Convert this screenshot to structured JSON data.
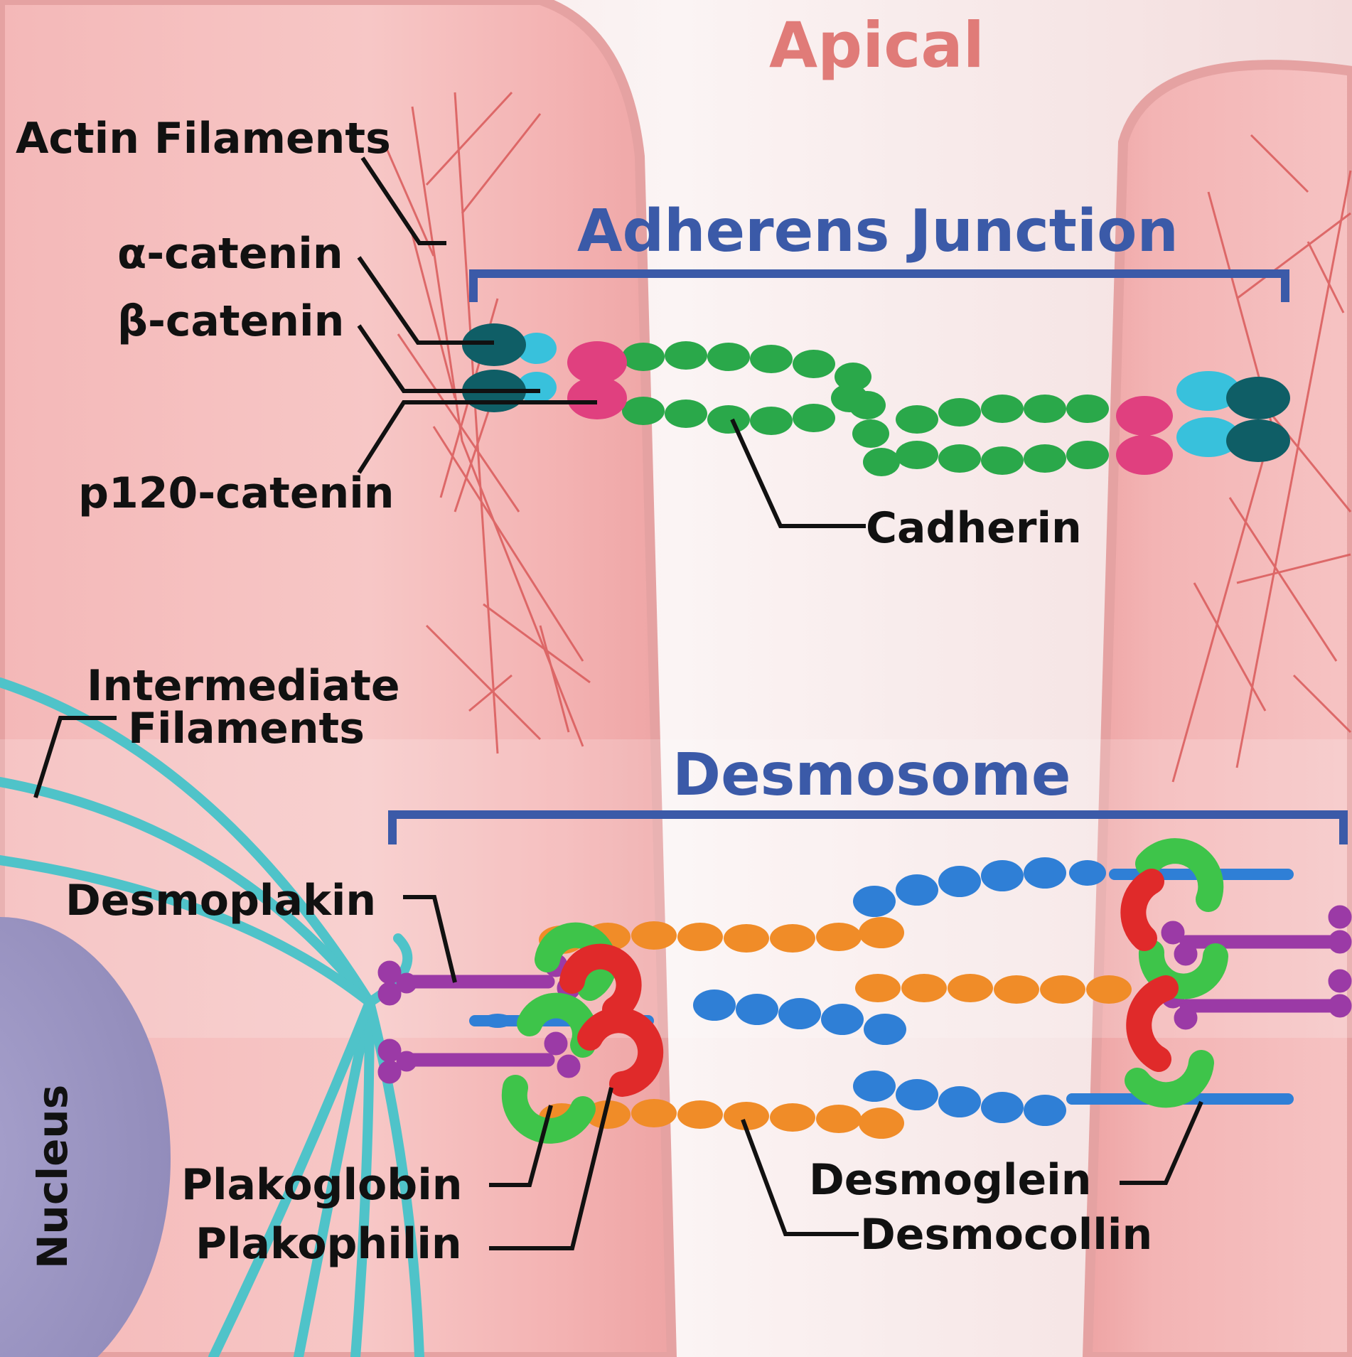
{
  "labels": {
    "apical": "Apical",
    "adherens_junction": "Adherens Junction",
    "desmosome": "Desmosome",
    "actin_filaments": "Actin Filaments",
    "alpha_catenin": "α-catenin",
    "beta_catenin": "β-catenin",
    "p120_catenin": "p120-catenin",
    "cadherin": "Cadherin",
    "intermediate_filaments_line1": "Intermediate",
    "intermediate_filaments_line2": "Filaments",
    "desmoplakin": "Desmoplakin",
    "plakoglobin": "Plakoglobin",
    "plakophilin": "Plakophilin",
    "desmoglein": "Desmoglein",
    "desmocollin": "Desmocollin",
    "nucleus": "Nucleus"
  },
  "colors": {
    "cell_pink": "#f3b7b7",
    "membrane": "#e9a3a3",
    "bracket_blue": "#3b5aa8",
    "actin_red": "#d95a5a",
    "intermediate_cyan": "#4fc3c9",
    "cadherin_green": "#2aa84a",
    "catenin_magenta": "#e0407f",
    "alpha_catenin_teal": "#0f5e66",
    "p120_cyan": "#38c1dc",
    "desmocollin_orange": "#f08c28",
    "desmoglein_blue": "#2f7fd6",
    "desmoplakin_purple": "#9b3aa6",
    "plakoglobin_green": "#3ec44a",
    "plakophilin_red": "#e02a2a",
    "nucleus_purple": "#9d97c2"
  }
}
